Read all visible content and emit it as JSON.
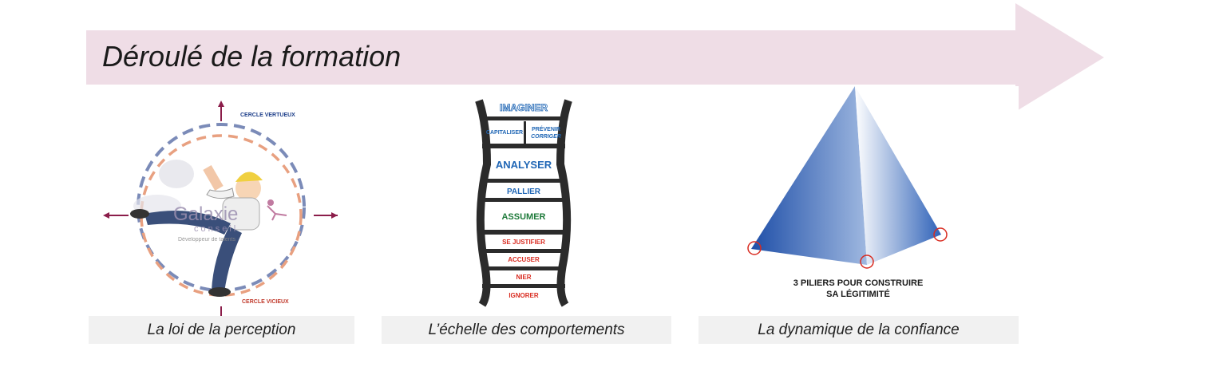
{
  "header": {
    "title": "Déroulé de la formation"
  },
  "colors": {
    "arrow": "#efdde6",
    "blue": "#1f66b5",
    "red": "#d92b20",
    "green": "#1e7a3a",
    "ladder": "#2b2b2b"
  },
  "cards": [
    {
      "caption": "La loi de la perception",
      "labels": {
        "top": "CERCLE VERTUEUX",
        "bottom": "CERCLE VICIEUX"
      },
      "logo": {
        "name": "Galaxie",
        "sub": "conseil",
        "tagline": "Développeur de talents"
      }
    },
    {
      "caption": "L’échelle des comportements",
      "rungs": {
        "imaginer": "IMAGINER",
        "capitaliser": "CAPITALISER",
        "prevenir_1": "PRÉVENIR",
        "prevenir_2": "CORRIGER",
        "analyser": "ANALYSER",
        "pallier": "PALLIER",
        "assumer": "ASSUMER",
        "se_justifier": "SE JUSTIFIER",
        "accuser": "ACCUSER",
        "nier": "NIER",
        "ignorer": "IGNORER"
      }
    },
    {
      "caption": "La dynamique de la confiance",
      "label_line1": "3 PILIERS POUR CONSTRUIRE",
      "label_line2": "SA LÉGITIMITÉ"
    }
  ]
}
